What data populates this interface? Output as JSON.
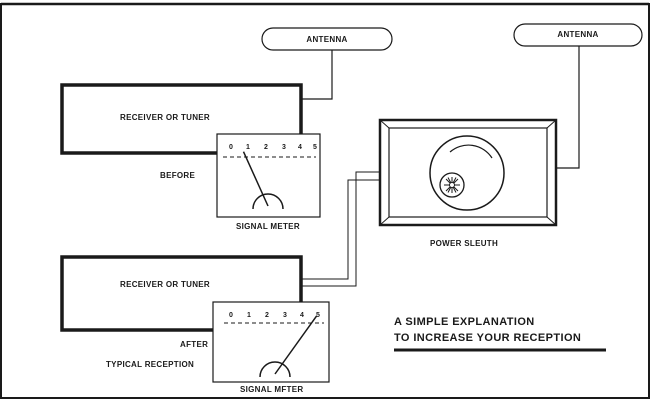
{
  "labels": {
    "antenna": "ANTENNA",
    "receiver": "RECEIVER OR TUNER",
    "before": "BEFORE",
    "after": "AFTER",
    "typical_reception": "TYPICAL RECEPTION",
    "signal_meter_top": "SIGNAL METER",
    "signal_meter_bottom": "SIGNAL MFTER",
    "power_sleuth": "POWER SLEUTH"
  },
  "meter_scale": [
    "0",
    "1",
    "2",
    "3",
    "4",
    "5"
  ],
  "meter_readings": {
    "before": 0.7,
    "after": 5
  },
  "explanation": {
    "line1": "A SIMPLE EXPLANATION",
    "line2": "TO INCREASE YOUR RECEPTION"
  },
  "colors": {
    "ink": "#1a1a1a",
    "paper": "#ffffff"
  }
}
